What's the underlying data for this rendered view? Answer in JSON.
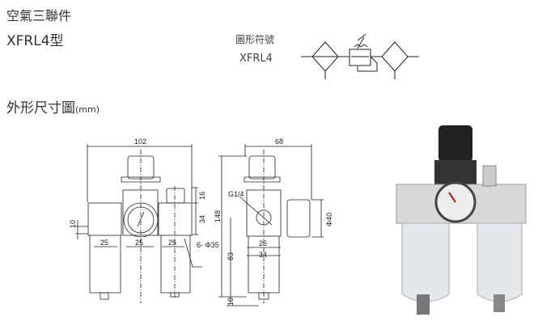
{
  "header": {
    "category": "空氣三聯件",
    "model": "XFRL4型"
  },
  "symbol": {
    "label": "圖形符號",
    "model": "XFRL4"
  },
  "dimensions": {
    "title": "外形尺寸圖",
    "unit": "(mm)",
    "front": {
      "width": "102",
      "h16": "16",
      "h34": "34",
      "h10": "10",
      "p1": "25",
      "p2": "25",
      "p3": "25",
      "holes": "6- Φ35"
    },
    "side": {
      "width": "68",
      "height": "148",
      "port": "G1/4",
      "gauge": "Φ40",
      "w26": "26",
      "w34": "34",
      "h83": "83",
      "h10": "10"
    }
  }
}
